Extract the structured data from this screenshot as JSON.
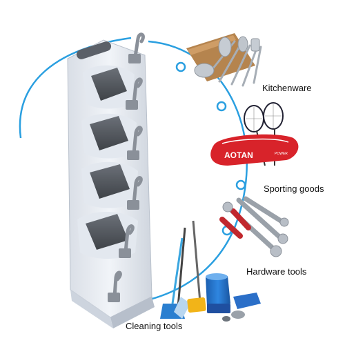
{
  "labels": {
    "kitchenware": "Kitchenware",
    "sporting_goods": "Sporting goods",
    "hardware_tools": "Hardware tools",
    "cleaning_tools": "Cleaning tools"
  },
  "brand_text": "AOTAN",
  "brand_subtext": "POWER",
  "colors": {
    "arc": "#2a9fe0",
    "rack_body": "#e9edf3",
    "rack_shade": "#c7ced8",
    "rack_slot": "#55595f",
    "hook": "#8a9099",
    "bag_red": "#d8232a"
  },
  "icons": [
    "rack-holder",
    "kitchen-utensils",
    "badminton-rackets",
    "wrench-set",
    "cleaning-kit"
  ]
}
